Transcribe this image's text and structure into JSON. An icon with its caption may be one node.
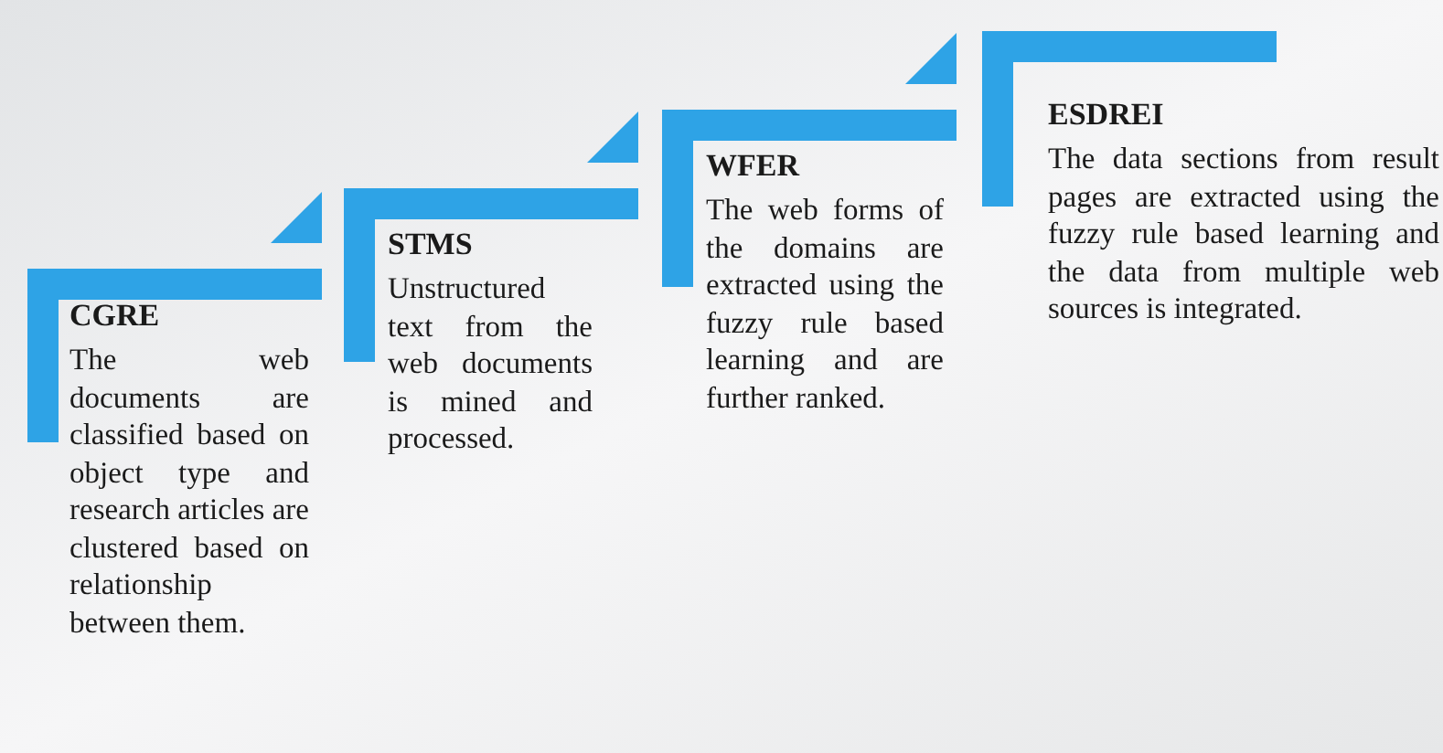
{
  "diagram": {
    "nodes": [
      {
        "text": [
          "CGRE",
          "The web documents are classified based on object type and research articles are clustered based on relationship between them."
        ]
      },
      {
        "text": [
          "STMS",
          "Unstructured text from the web documents is mined and processed."
        ]
      },
      {
        "text": [
          "WFER",
          "The web forms of the domains are extracted using the fuzzy rule based learning and are further ranked."
        ]
      },
      {
        "text": [
          "ESDREI",
          "The data sections from result pages are extracted using the fuzzy rule based learning and the data from multiple web sources is integrated."
        ]
      }
    ]
  }
}
